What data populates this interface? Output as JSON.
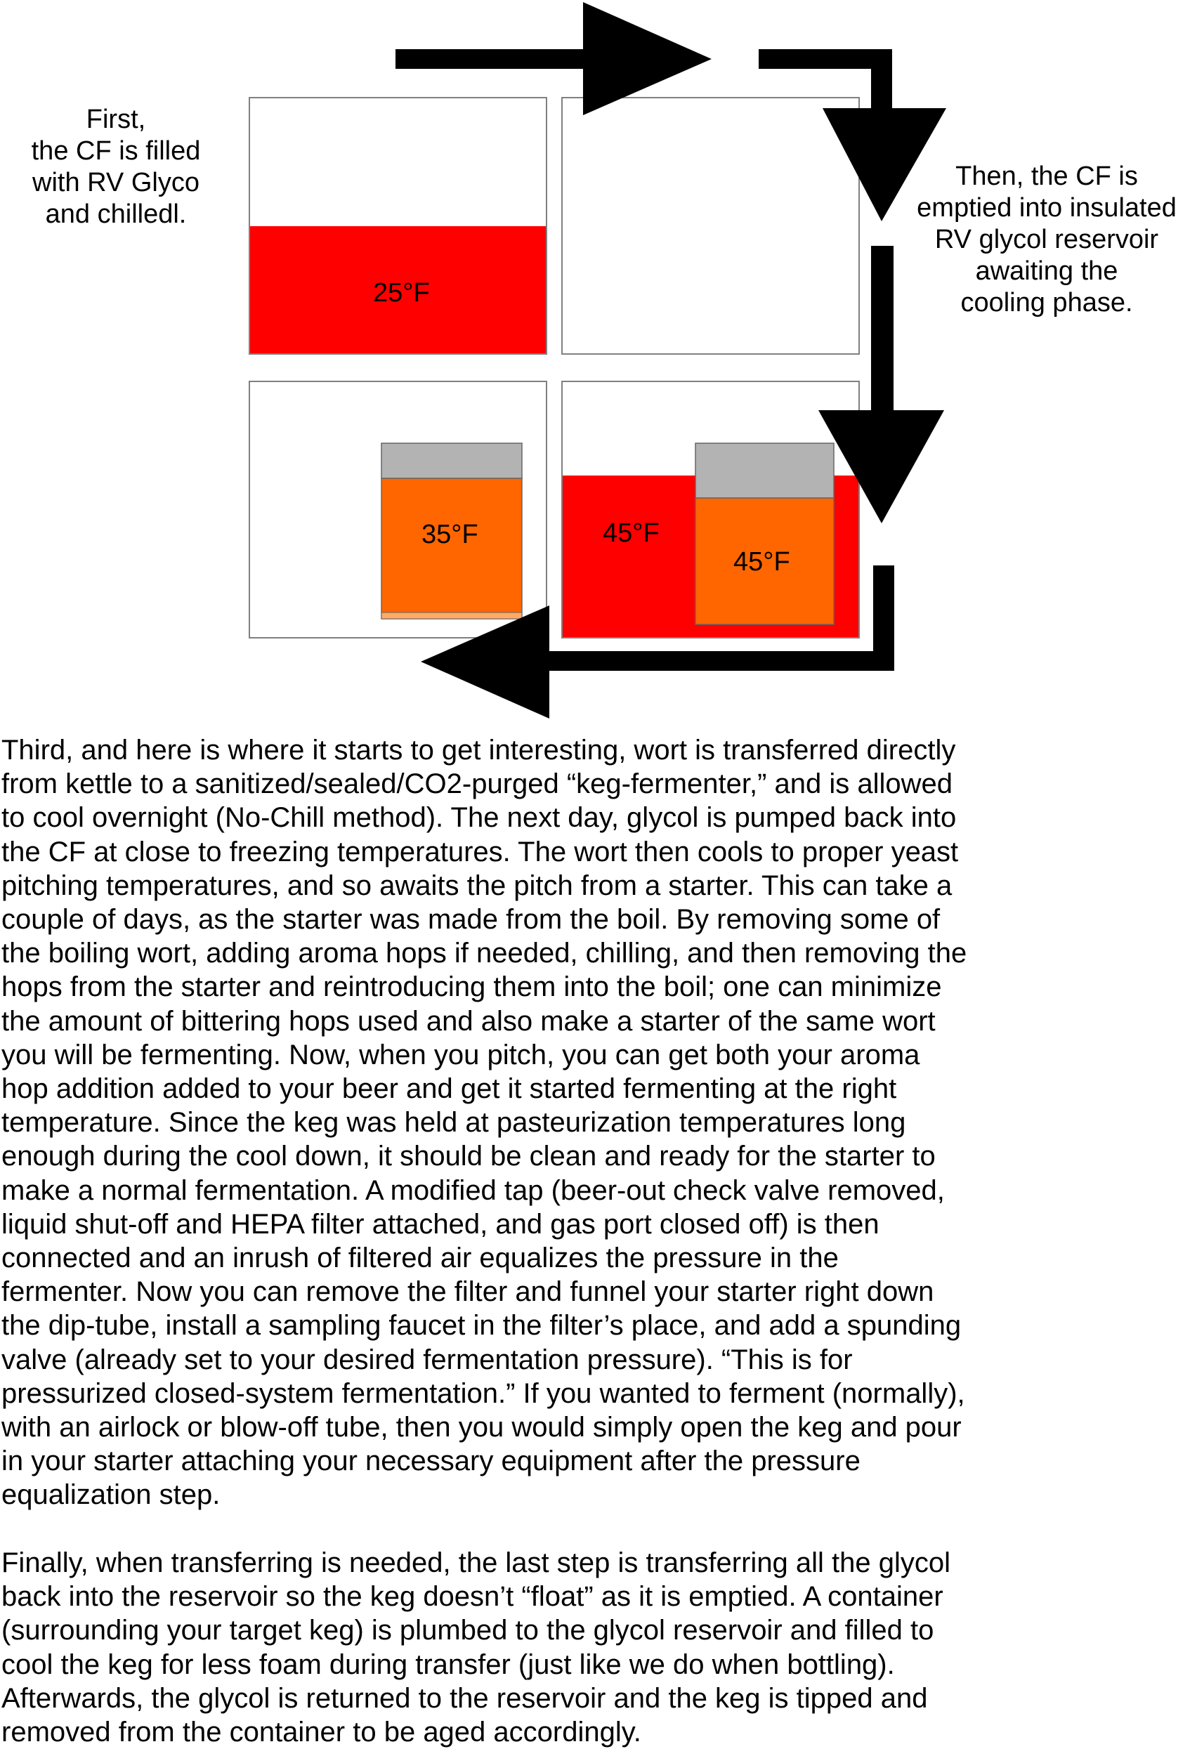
{
  "colors": {
    "glycol_red": "#ff0000",
    "wort_orange": "#ff6600",
    "keg_head_gray": "#b3b3b3",
    "keg_bottom": "#ffaa66",
    "panel_border": "#808080",
    "arrow": "#000000"
  },
  "diagram": {
    "step1_caption": [
      "First,",
      "the CF is filled",
      "with RV Glyco",
      "and chilledl."
    ],
    "step2_caption": [
      "Then, the CF is",
      "emptied into insulated",
      "RV glycol reservoir",
      "awaiting the",
      "cooling phase."
    ],
    "panel1_temp": "25°F",
    "panel3_keg_temp": "35°F",
    "panel4_bath_temp": "45°F",
    "panel4_keg_temp": "45°F",
    "arrows": [
      "arrow-right",
      "arrow-down",
      "arrow-down",
      "arrow-left"
    ]
  },
  "text": {
    "third_paragraph": [
      "Third, and here is where it starts to get interesting, wort is transferred directly",
      "from kettle to a sanitized/sealed/CO2-purged “keg-fermenter,” and is allowed",
      "to cool overnight (No-Chill method). The next day, glycol is pumped back into",
      "the CF at close to freezing temperatures. The wort then cools to proper yeast",
      "pitching temperatures, and so awaits the pitch from a starter. This can take a",
      "couple of days, as the starter was made from the boil.  By removing some of",
      "the boiling wort, adding aroma hops if needed, chilling, and then removing the",
      "hops from the starter and reintroducing them into the boil; one can minimize",
      "the amount of bittering hops used and also make a starter of the same wort",
      "you will be fermenting. Now, when you pitch, you can get both your aroma",
      "hop addition added to your beer and get it started fermenting at the right",
      "temperature. Since the keg was held at pasteurization temperatures long",
      "enough during the cool down, it should be clean and ready for the starter to",
      "make a normal fermentation. A modified tap (beer-out check valve removed,",
      "liquid shut-off and HEPA filter attached, and gas port closed off) is then",
      "connected and an inrush of filtered air equalizes the pressure in the",
      "fermenter. Now you can remove the filter and funnel your starter right down",
      "the dip-tube, install a sampling faucet in the filter’s place, and add a spunding",
      "valve (already set to your desired fermentation pressure).  “This is for",
      "pressurized closed-system fermentation.” If you wanted to ferment (normally),",
      "with an airlock or blow-off tube, then you would simply open the keg and pour",
      "in your starter attaching your necessary equipment after the pressure",
      "equalization step."
    ],
    "final_paragraph": [
      "Finally, when transferring is needed, the last step is transferring all the glycol",
      "back into the reservoir so the keg doesn’t “float” as it is emptied. A container",
      "(surrounding your target keg) is plumbed to the glycol reservoir and filled to",
      "cool the keg for less foam during transfer (just like we do when bottling).",
      "Afterwards, the glycol is returned to the reservoir and the keg is tipped and",
      "removed from the container to be aged accordingly."
    ]
  }
}
